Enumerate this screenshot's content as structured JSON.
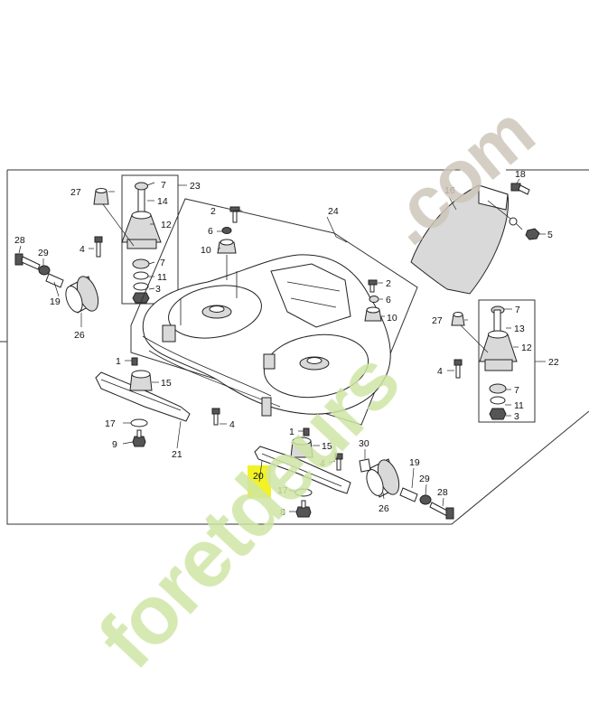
{
  "watermark": {
    "main_text": "foretdeurs",
    "domain_text": ".com",
    "main_color": "#cfe6a6",
    "accent_color": "#f6c98a",
    "domain_color": "#cdc6ba"
  },
  "highlight": {
    "color": "#f2f226"
  },
  "callouts": {
    "c1a": "1",
    "c1b": "1",
    "c2a": "2",
    "c2b": "2",
    "c3a": "3",
    "c3b": "3",
    "c4a": "4",
    "c4b": "4",
    "c4c": "4",
    "c4d": "4",
    "c5": "5",
    "c6a": "6",
    "c6b": "6",
    "c7a": "7",
    "c7b": "7",
    "c7c": "7",
    "c7d": "7",
    "c8": "8",
    "c9": "9",
    "c10a": "10",
    "c10b": "10",
    "c11a": "11",
    "c11b": "11",
    "c12a": "12",
    "c12b": "12",
    "c13": "13",
    "c14": "14",
    "c15a": "15",
    "c15b": "15",
    "c16": "16",
    "c17a": "17",
    "c17b": "17",
    "c18": "18",
    "c19a": "19",
    "c19b": "19",
    "c20": "20",
    "c21": "21",
    "c22": "22",
    "c23": "23",
    "c24": "24",
    "c26a": "26",
    "c26b": "26",
    "c27a": "27",
    "c27b": "27",
    "c28a": "28",
    "c28b": "28",
    "c29a": "29",
    "c29b": "29",
    "c30": "30"
  }
}
